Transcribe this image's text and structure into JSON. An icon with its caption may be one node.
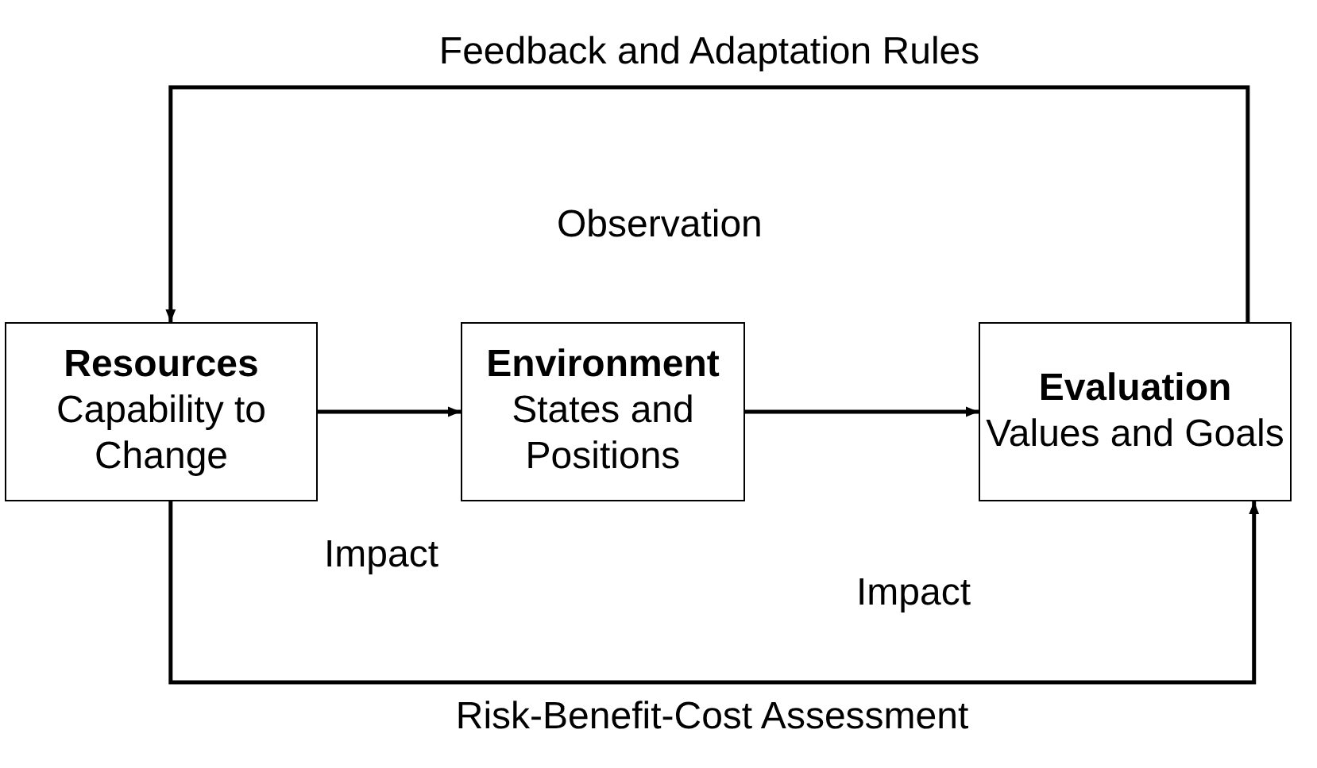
{
  "diagram": {
    "nodes": [
      {
        "text": [
          "Resources",
          "Capability to Change"
        ]
      },
      {
        "text": [
          "Environment",
          "States and Positions"
        ]
      },
      {
        "text": [
          "Evaluation",
          "Values and Goals"
        ]
      }
    ],
    "edges": [
      {
        "from": 0,
        "to": 1,
        "arrow": "to"
      },
      {
        "from": 1,
        "to": 2,
        "arrow": "to"
      },
      {
        "from": 2,
        "to": 0,
        "arrow": "to",
        "label": "Feedback and Adaptation Rules"
      },
      {
        "from": 0,
        "to": 2,
        "arrow": "to",
        "label": "Risk-Benefit-Cost Assessment"
      }
    ],
    "labels": [
      "Observation",
      "Impact",
      "Impact"
    ]
  }
}
